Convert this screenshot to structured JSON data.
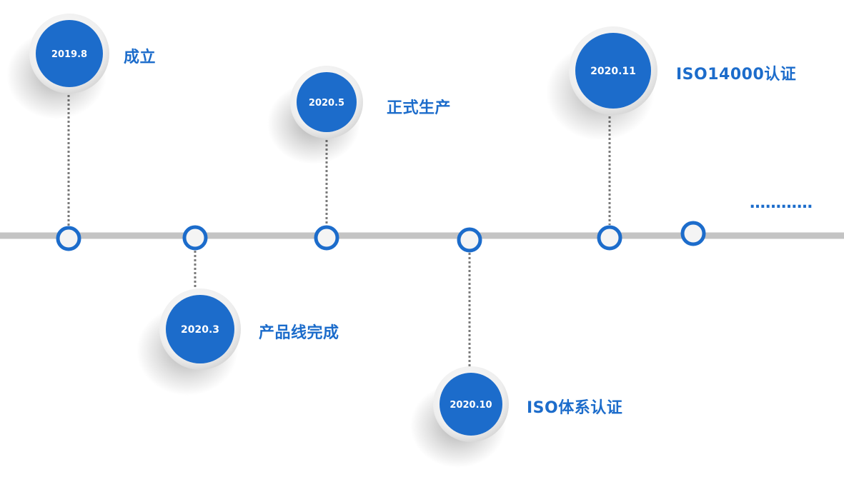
{
  "colors": {
    "accent": "#1c6ccb",
    "axis": "#c4c4c4",
    "connector": "#7a7a7a",
    "badge_ring": "#f1f1f1",
    "marker_fill": "#f4f4f4"
  },
  "timeline": {
    "events": [
      {
        "date": "2019.8",
        "label": "成立",
        "position": "above"
      },
      {
        "date": "2020.3",
        "label": "产品线完成",
        "position": "below"
      },
      {
        "date": "2020.5",
        "label": "正式生产",
        "position": "above"
      },
      {
        "date": "2020.10",
        "label": "ISO体系认证",
        "position": "below"
      },
      {
        "date": "2020.11",
        "label": "ISO14000认证",
        "position": "above"
      }
    ],
    "ellipsis": "…………"
  }
}
